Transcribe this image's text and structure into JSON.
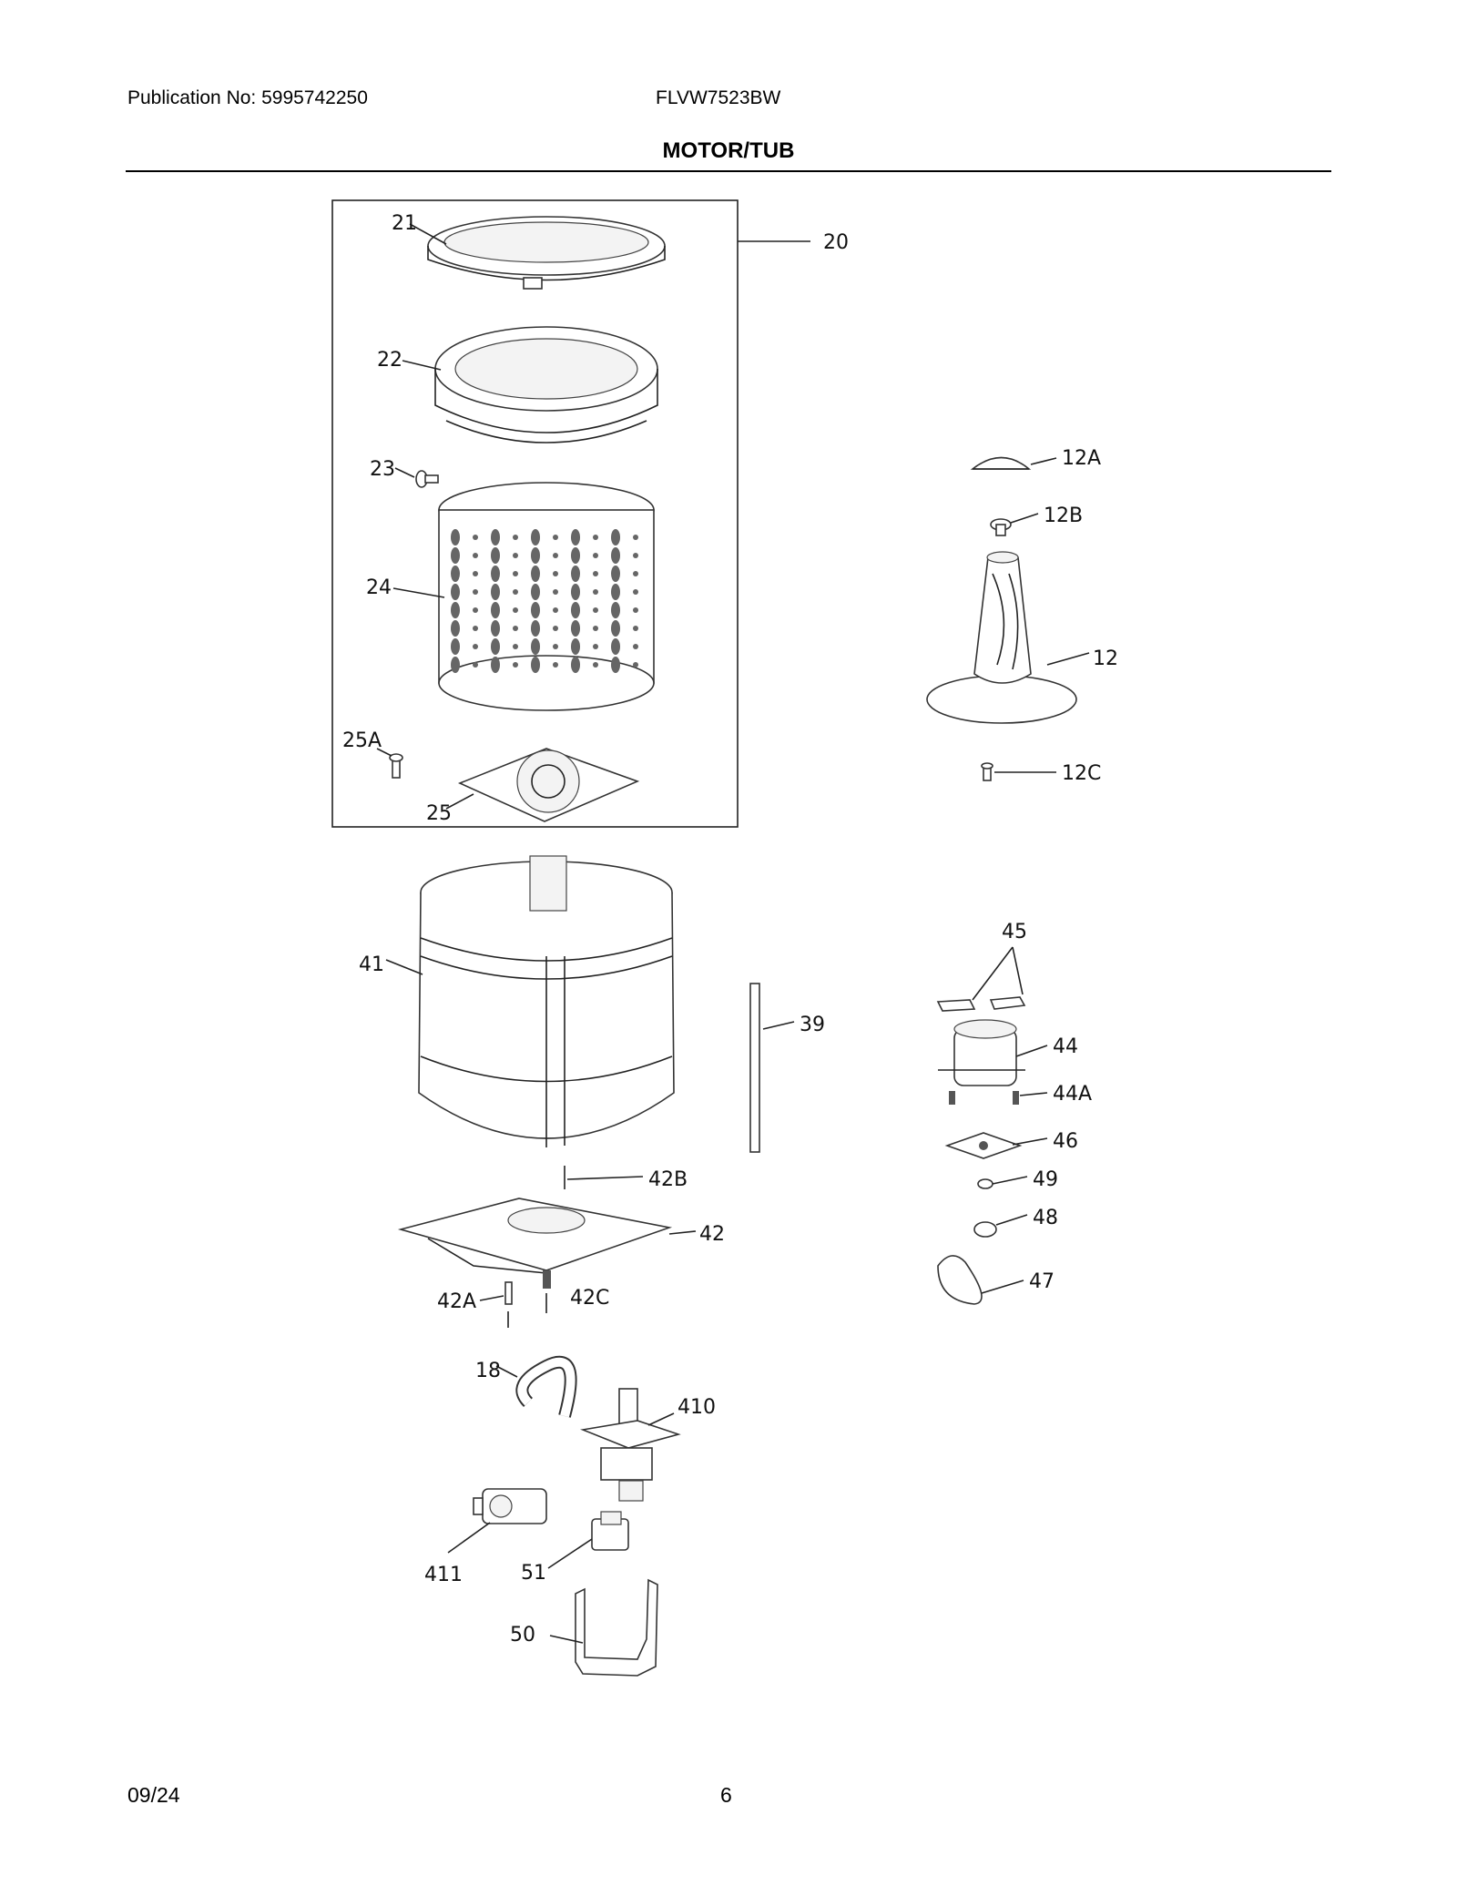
{
  "header": {
    "publication": "Publication No: 5995742250",
    "model": "FLVW7523BW",
    "section_title": "MOTOR/TUB"
  },
  "footer": {
    "date": "09/24",
    "page_number": "6"
  },
  "callouts": {
    "c20": "20",
    "c21": "21",
    "c22": "22",
    "c23": "23",
    "c24": "24",
    "c25A": "25A",
    "c25": "25",
    "c12A": "12A",
    "c12B": "12B",
    "c12": "12",
    "c12C": "12C",
    "c41": "41",
    "c39": "39",
    "c42B": "42B",
    "c42": "42",
    "c42A": "42A",
    "c42C": "42C",
    "c45": "45",
    "c44": "44",
    "c44A": "44A",
    "c46": "46",
    "c49": "49",
    "c48": "48",
    "c47": "47",
    "c18": "18",
    "c410": "410",
    "c411": "411",
    "c51": "51",
    "c50": "50"
  }
}
